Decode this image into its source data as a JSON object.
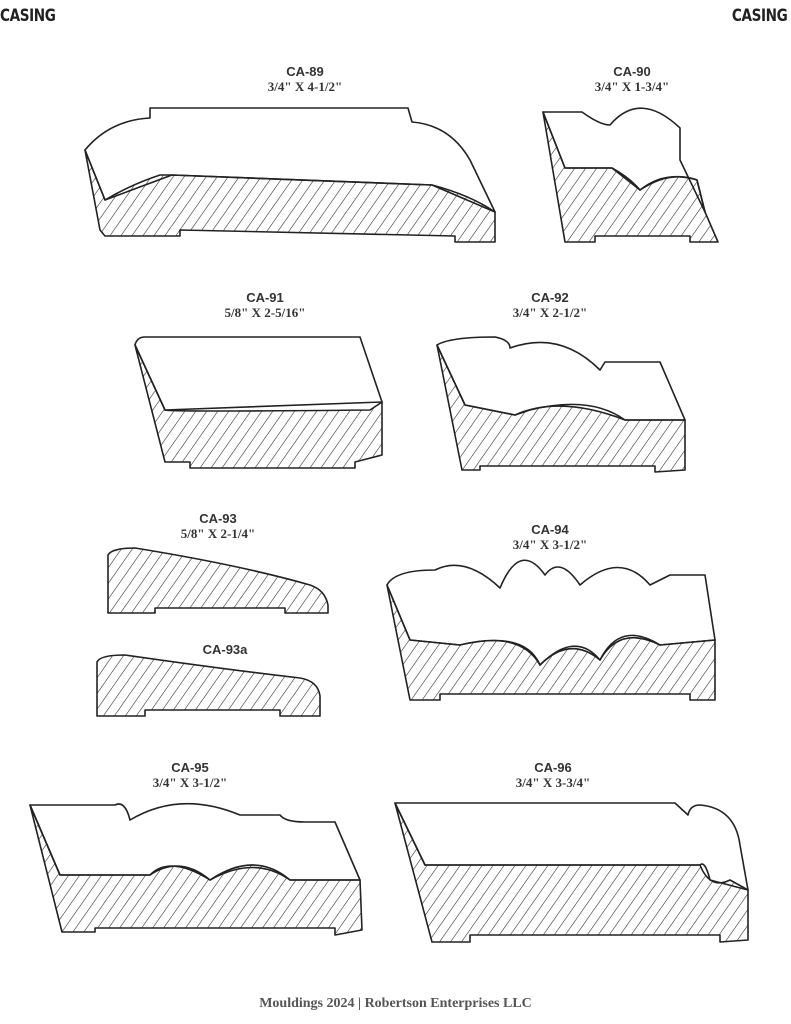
{
  "header": {
    "left": "CASING",
    "right": "CASING"
  },
  "items": [
    {
      "code": "CA-89",
      "dim": "3/4\" X 4-1/2\""
    },
    {
      "code": "CA-90",
      "dim": "3/4\" X 1-3/4\""
    },
    {
      "code": "CA-91",
      "dim": "5/8\" X 2-5/16\""
    },
    {
      "code": "CA-92",
      "dim": "3/4\" X 2-1/2\""
    },
    {
      "code": "CA-93",
      "dim": "5/8\" X 2-1/4\""
    },
    {
      "code": "CA-93a",
      "dim": ""
    },
    {
      "code": "CA-94",
      "dim": "3/4\" X 3-1/2\""
    },
    {
      "code": "CA-95",
      "dim": "3/4\" X 3-1/2\""
    },
    {
      "code": "CA-96",
      "dim": "3/4\" X 3-3/4\""
    }
  ],
  "footer": "Mouldings 2024 | Robertson Enterprises LLC"
}
